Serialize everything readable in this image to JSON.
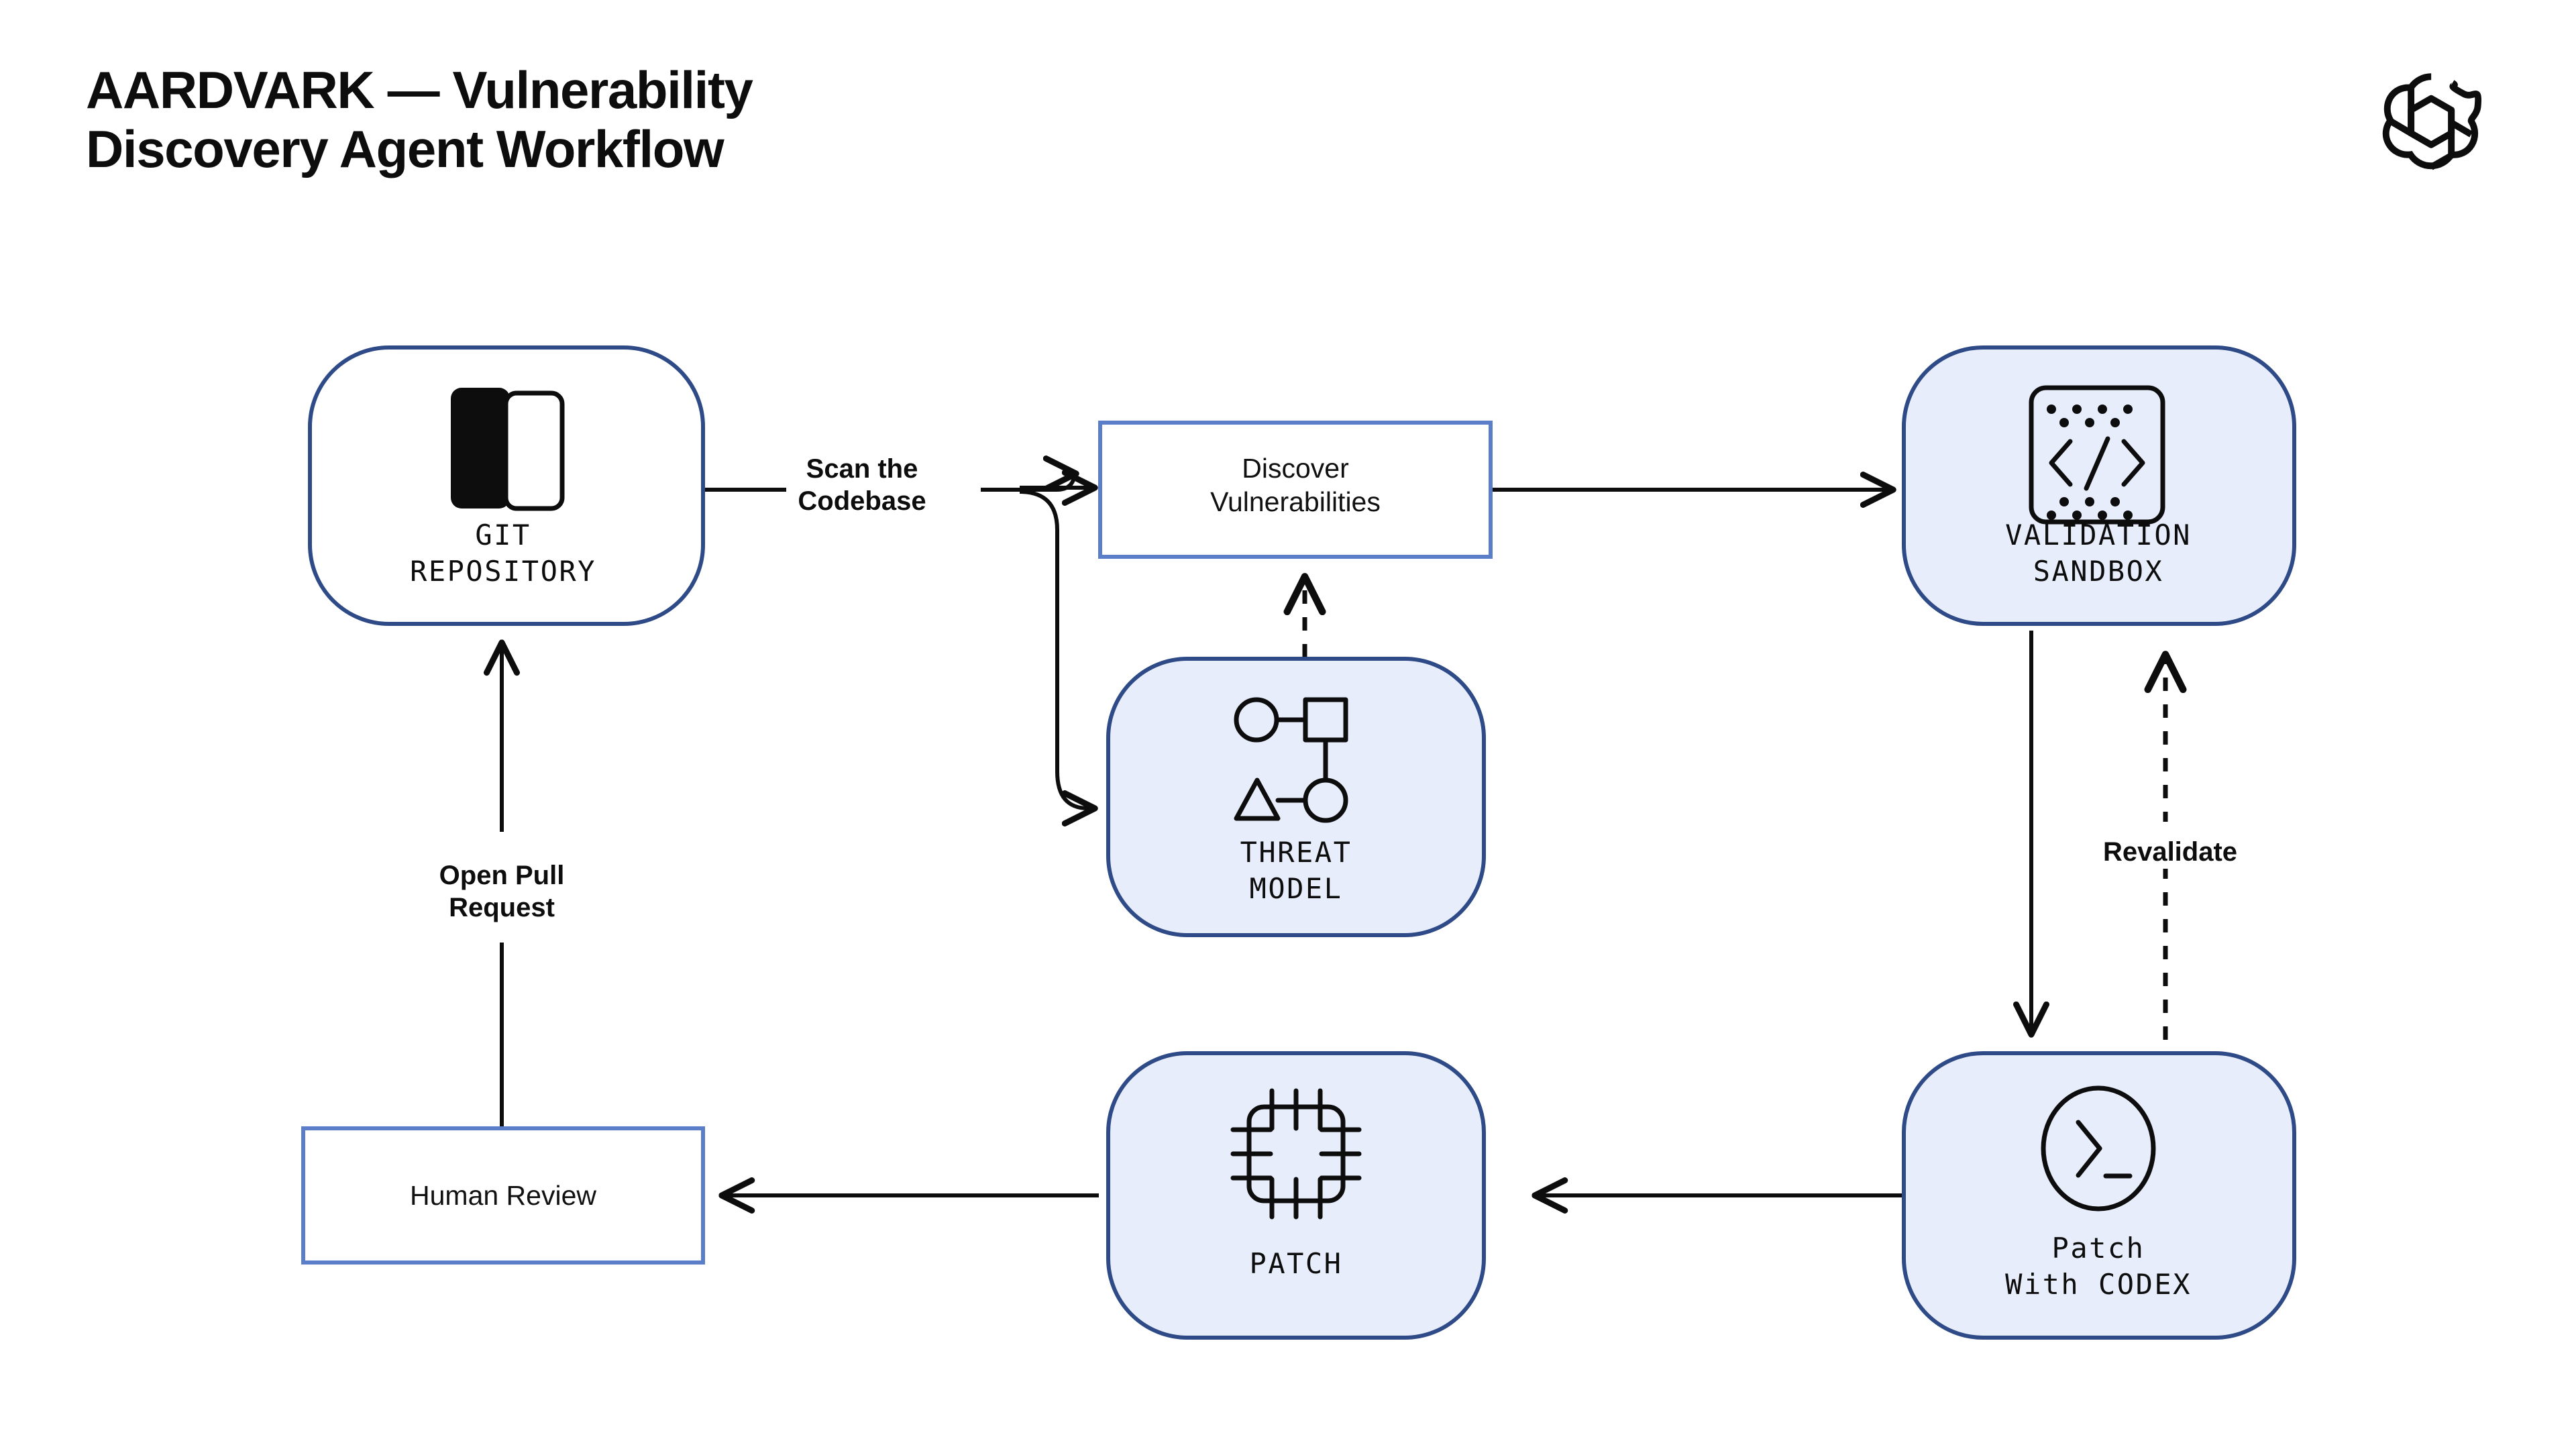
{
  "header": {
    "title": "AARDVARK — Vulnerability\nDiscovery Agent Workflow",
    "logo_name": "openai-logo"
  },
  "diagram": {
    "type": "flowchart",
    "colors": {
      "node_border_navy": "#2e4a87",
      "node_fill_light_blue": "#e7edfb",
      "rect_border_blue": "#5a7ec8",
      "line_black": "#0d0d0d",
      "page_background": "#ffffff"
    },
    "nodes": [
      {
        "id": "git-repository",
        "label": "GIT\nREPOSITORY",
        "label_line1": "GIT",
        "label_line2": "REPOSITORY",
        "shape": "rounded-square",
        "style": "outline",
        "icon": "repository-icon"
      },
      {
        "id": "discover-vulnerabilities",
        "label": "Discover\nVulnerabilities",
        "label_line1": "Discover",
        "label_line2": "Vulnerabilities",
        "shape": "rectangle",
        "style": "rect-outline",
        "icon": null
      },
      {
        "id": "threat-model",
        "label": "THREAT\nMODEL",
        "label_line1": "THREAT",
        "label_line2": "MODEL",
        "shape": "rounded-square",
        "style": "filled",
        "icon": "threat-graph-icon"
      },
      {
        "id": "validation-sandbox",
        "label": "VALIDATION\nSANDBOX",
        "label_line1": "VALIDATION",
        "label_line2": "SANDBOX",
        "shape": "rounded-square",
        "style": "filled",
        "icon": "code-brackets-icon"
      },
      {
        "id": "patch-with-codex",
        "label": "Patch\nWith CODEX",
        "label_line1": "Patch",
        "label_line2": "With CODEX",
        "shape": "rounded-square",
        "style": "filled",
        "icon": "terminal-prompt-icon"
      },
      {
        "id": "patch",
        "label": "PATCH",
        "label_line1": "PATCH",
        "label_line2": "",
        "shape": "rounded-square",
        "style": "filled",
        "icon": "chip-icon"
      },
      {
        "id": "human-review",
        "label": "Human Review",
        "label_line1": "Human Review",
        "label_line2": "",
        "shape": "rectangle",
        "style": "rect-outline",
        "icon": null
      }
    ],
    "edges": [
      {
        "id": "edge-scan",
        "from": "git-repository",
        "to": "discover-vulnerabilities",
        "label": "Scan the\nCodebase",
        "label_line1": "Scan the",
        "label_line2": "Codebase",
        "style": "solid",
        "arrow": true
      },
      {
        "id": "edge-scan-branch",
        "from": "git-repository",
        "to": "threat-model",
        "label": "",
        "style": "solid",
        "arrow": true
      },
      {
        "id": "edge-threat-informs",
        "from": "threat-model",
        "to": "discover-vulnerabilities",
        "label": "",
        "style": "dashed",
        "arrow": true
      },
      {
        "id": "edge-to-sandbox",
        "from": "discover-vulnerabilities",
        "to": "validation-sandbox",
        "label": "",
        "style": "solid",
        "arrow": true
      },
      {
        "id": "edge-to-codex",
        "from": "validation-sandbox",
        "to": "patch-with-codex",
        "label": "",
        "style": "solid",
        "arrow": true
      },
      {
        "id": "edge-revalidate",
        "from": "patch-with-codex",
        "to": "validation-sandbox",
        "label": "Revalidate",
        "style": "dashed",
        "arrow": true
      },
      {
        "id": "edge-codex-to-patch",
        "from": "patch-with-codex",
        "to": "patch",
        "label": "",
        "style": "solid",
        "arrow": true
      },
      {
        "id": "edge-patch-to-review",
        "from": "patch",
        "to": "human-review",
        "label": "",
        "style": "solid",
        "arrow": true
      },
      {
        "id": "edge-open-pr",
        "from": "human-review",
        "to": "git-repository",
        "label": "Open Pull\nRequest",
        "label_line1": "Open Pull",
        "label_line2": "Request",
        "style": "solid",
        "arrow": true
      }
    ]
  }
}
